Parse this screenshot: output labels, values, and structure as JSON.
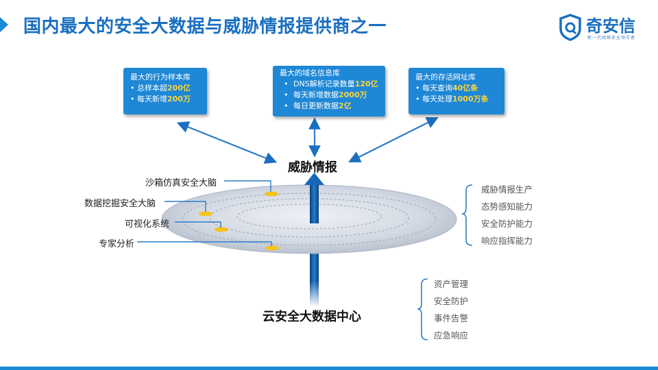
{
  "header": {
    "title": "国内最大的安全大数据与威胁情报提供商之一",
    "logo_text": "奇安信",
    "logo_subtitle": "新一代网络安全领军者"
  },
  "boxes": [
    {
      "heading": "最大的行为样本库",
      "items": [
        {
          "pre": "总样本超",
          "hl": "200亿",
          "post": ""
        },
        {
          "pre": "每天新增",
          "hl": "200万",
          "post": ""
        }
      ]
    },
    {
      "heading": "最大的域名信息库",
      "items": [
        {
          "pre": "DNS解析记录数量",
          "hl": "120亿",
          "post": ""
        },
        {
          "pre": "每天新增数据",
          "hl": "2000万",
          "post": ""
        },
        {
          "pre": "每日更新数据",
          "hl": "2亿",
          "post": ""
        }
      ]
    },
    {
      "heading": "最大的存活网址库",
      "items": [
        {
          "pre": "每天查询",
          "hl": "40亿条",
          "post": ""
        },
        {
          "pre": "每天处理",
          "hl": "1000万条",
          "post": ""
        }
      ]
    }
  ],
  "center": {
    "top_label": "威胁情报",
    "bottom_label": "云安全大数据中心"
  },
  "left_labels": [
    "沙箱仿真安全大脑",
    "数据挖掘安全大脑",
    "可视化系统",
    "专家分析"
  ],
  "right_list_1": [
    "威胁情报生产",
    "态势感知能力",
    "安全防护能力",
    "响应指挥能力"
  ],
  "right_list_2": [
    "资产管理",
    "安全防护",
    "事件告警",
    "应急响应"
  ],
  "colors": {
    "accent": "#1a6fc0",
    "box_bg": "#1e87d6",
    "highlight": "#ffd43b",
    "disc": "#c9d0dc"
  }
}
